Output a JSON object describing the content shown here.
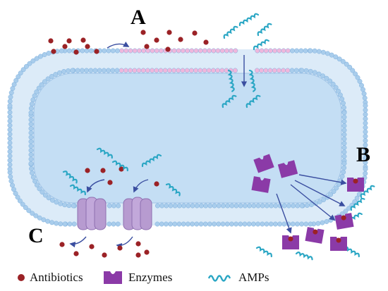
{
  "labels": {
    "a": "A",
    "b": "B",
    "c": "C"
  },
  "legend": [
    {
      "key": "antibiotic",
      "label": "Antibiotics",
      "icon": "antibiotic-dot-icon"
    },
    {
      "key": "enzyme",
      "label": "Enzymes",
      "icon": "enzyme-icon"
    },
    {
      "key": "amp",
      "label": "AMPs",
      "icon": "amp-wave-icon"
    }
  ],
  "colors": {
    "antibiotic": "#9b2226",
    "enzyme": "#8b3aa7",
    "amp": "#2aa6c4",
    "membrane_head": "#a9cdec",
    "membrane_altered": "#efb7dc",
    "cytoplasm": "#c4def4",
    "pump": "#b79bd0",
    "arrow": "#3a4ea0"
  }
}
